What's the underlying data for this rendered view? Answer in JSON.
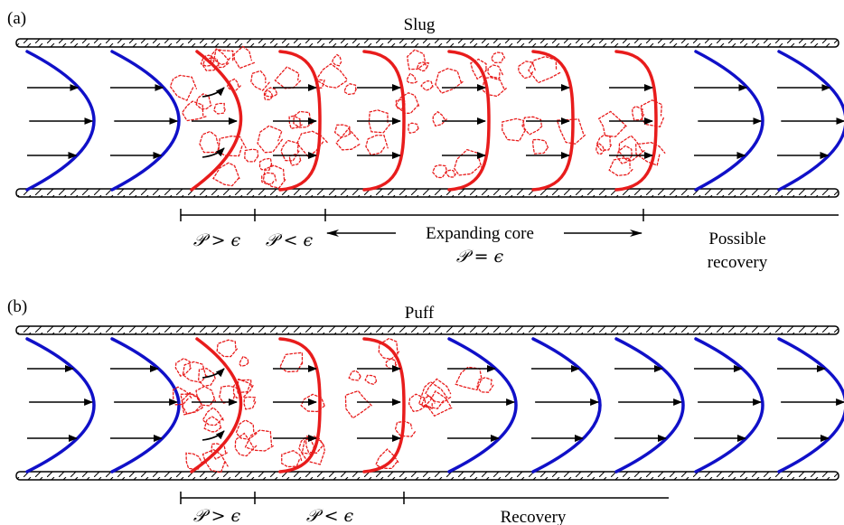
{
  "colors": {
    "laminar": "#1010c8",
    "turbulent": "#e81c1c",
    "wall": "#000000",
    "arrow": "#000000",
    "background": "#ffffff"
  },
  "panels": [
    {
      "id": "a",
      "label": "(a)",
      "title": "Slug",
      "profiles": [
        "laminar",
        "laminar",
        "turbulent",
        "turbulent",
        "turbulent",
        "turbulent",
        "turbulent",
        "turbulent",
        "laminar",
        "laminar"
      ],
      "regions": [
        {
          "label": "𝒫 > ϵ"
        },
        {
          "label": "𝒫 < ϵ"
        },
        {
          "label": "Expanding core",
          "sublabel": "𝒫 = ϵ",
          "arrows": true
        },
        {
          "label": "Possible",
          "sublabel": "recovery"
        }
      ]
    },
    {
      "id": "b",
      "label": "(b)",
      "title": "Puff",
      "profiles": [
        "laminar",
        "laminar",
        "turbulent",
        "turbulent",
        "turbulent",
        "laminar",
        "laminar",
        "laminar",
        "laminar",
        "laminar"
      ],
      "regions": [
        {
          "label": "𝒫 > ϵ"
        },
        {
          "label": "𝒫 < ϵ"
        },
        {
          "label": "Recovery"
        }
      ]
    }
  ]
}
